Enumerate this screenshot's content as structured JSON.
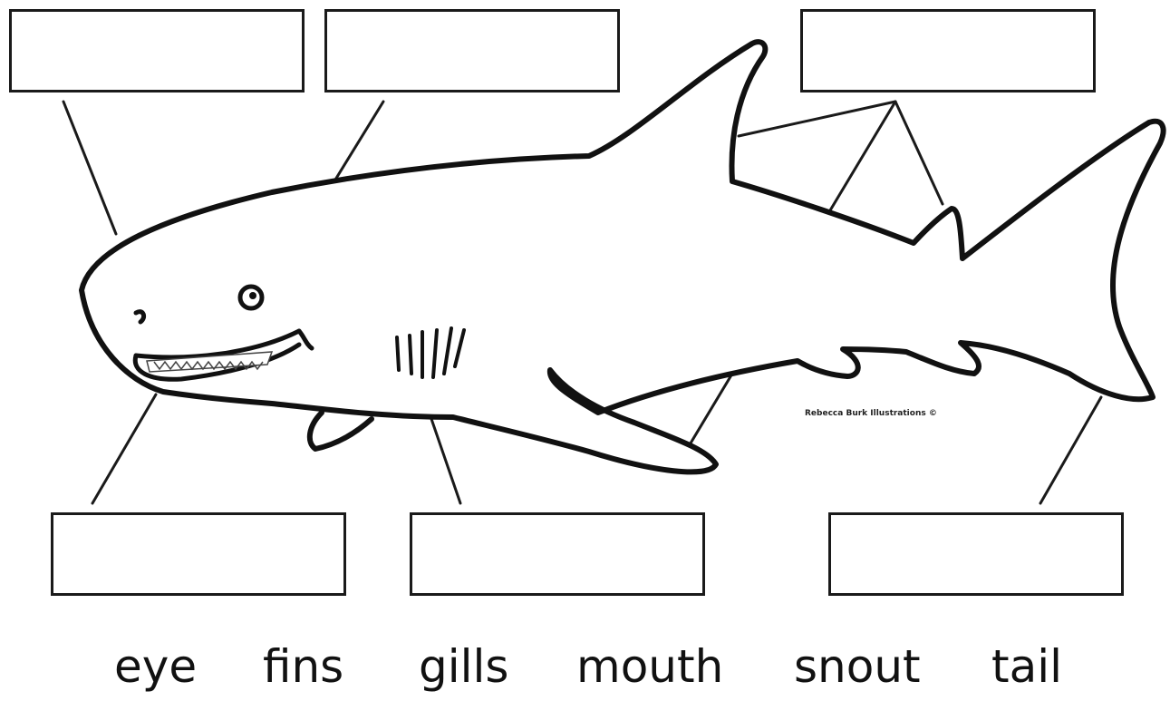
{
  "worksheet": {
    "word_bank": [
      "eye",
      "fins",
      "gills",
      "mouth",
      "snout",
      "tail"
    ],
    "credit": "Rebecca Burk Illustrations ©",
    "label_boxes": [
      {
        "id": "top-left",
        "answer": ""
      },
      {
        "id": "top-middle",
        "answer": ""
      },
      {
        "id": "top-right",
        "answer": ""
      },
      {
        "id": "bottom-left",
        "answer": ""
      },
      {
        "id": "bottom-middle",
        "answer": ""
      },
      {
        "id": "bottom-right",
        "answer": ""
      }
    ]
  },
  "colors": {
    "ink": "#1a1a1a",
    "paper": "#ffffff"
  }
}
